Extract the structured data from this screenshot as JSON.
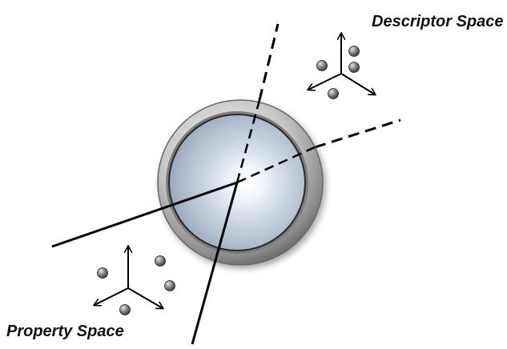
{
  "labels": {
    "descriptor_space": "Descriptor Space",
    "property_space": "Property Space"
  },
  "colors": {
    "line": "#000000",
    "ring_outer": "#8f8f8f",
    "lens_center": "#ffffff",
    "lens_edge": "#9fb0c4",
    "sphere": "#8a8a8a"
  },
  "icons": {
    "lens": "glass-lens-icon",
    "axes": "3d-axes-icon",
    "points": "sphere-points"
  }
}
